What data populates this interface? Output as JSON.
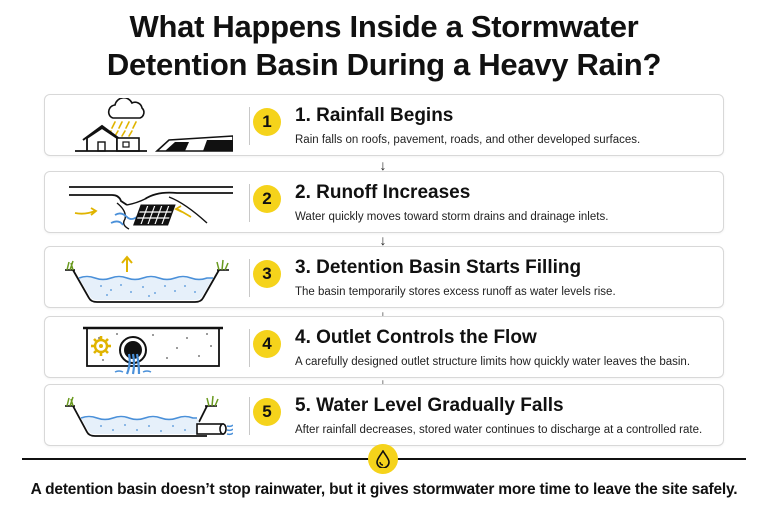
{
  "title": {
    "line1": "What Happens Inside a Stormwater",
    "line2": "Detention Basin During a Heavy Rain?"
  },
  "steps": [
    {
      "number": "1",
      "heading": "1. Rainfall Begins",
      "description": "Rain falls on roofs, pavement, roads, and other developed surfaces.",
      "icon": "rain-cloud-house-road-icon"
    },
    {
      "number": "2",
      "heading": "2. Runoff Increases",
      "description": "Water quickly moves toward storm drains and drainage inlets.",
      "icon": "storm-drain-runoff-icon"
    },
    {
      "number": "3",
      "heading": "3. Detention Basin Starts Filling",
      "description": "The basin temporarily stores excess runoff as water levels rise.",
      "icon": "basin-filling-icon"
    },
    {
      "number": "4",
      "heading": "4. Outlet Controls the Flow",
      "description": "A carefully designed outlet structure limits how quickly water leaves the basin.",
      "icon": "outlet-structure-gear-icon"
    },
    {
      "number": "5",
      "heading": "5. Water Level Gradually Falls",
      "description": "After rainfall decreases, stored water continues to discharge at a controlled rate.",
      "icon": "basin-draining-pipe-icon"
    }
  ],
  "footer": {
    "icon": "water-drop-icon",
    "text": "A detention basin doesn’t stop rainwater, but it gives stormwater more time to leave the site safely."
  },
  "colors": {
    "accent": "#f5d31b",
    "water": "#4a90d9",
    "text": "#111111",
    "border": "#d8d8d8"
  }
}
